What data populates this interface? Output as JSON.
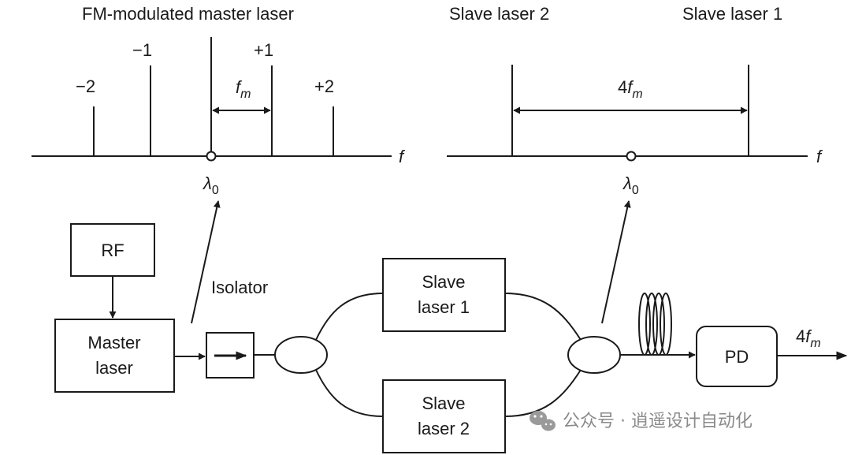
{
  "spectrum_left": {
    "title": "FM-modulated master laser",
    "orders": [
      "−2",
      "−1",
      "+1",
      "+2"
    ],
    "spacing_base": "f",
    "spacing_sub": "m",
    "center_base": "λ",
    "center_sub": "0",
    "axis_label": "f"
  },
  "spectrum_right": {
    "slave2_label": "Slave laser 2",
    "slave1_label": "Slave laser 1",
    "spacing_prefix": "4",
    "spacing_base": "f",
    "spacing_sub": "m",
    "center_base": "λ",
    "center_sub": "0",
    "axis_label": "f"
  },
  "blocks": {
    "rf": "RF",
    "master_line1": "Master",
    "master_line2": "laser",
    "isolator_label": "Isolator",
    "slave1_line1": "Slave",
    "slave1_line2": "laser 1",
    "slave2_line1": "Slave",
    "slave2_line2": "laser 2",
    "pd": "PD",
    "output_prefix": "4",
    "output_base": "f",
    "output_sub": "m"
  },
  "watermark": {
    "text": "公众号 · 逍遥设计自动化"
  }
}
